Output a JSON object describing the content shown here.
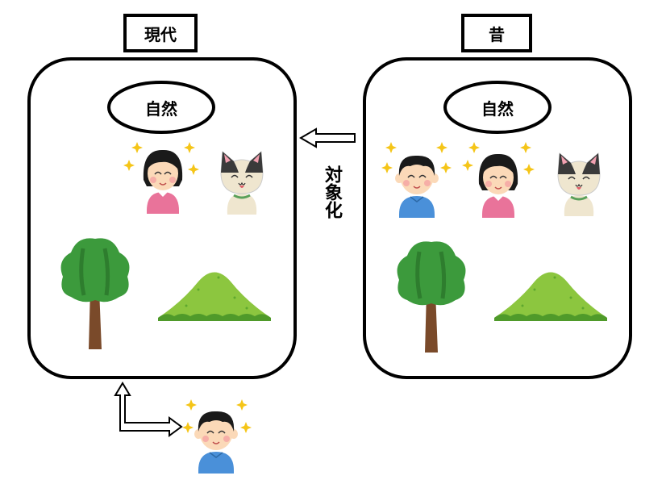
{
  "modern": {
    "title": "現代",
    "nature_label": "自然"
  },
  "past": {
    "title": "昔",
    "nature_label": "自然"
  },
  "arrow_label": "対象化",
  "colors": {
    "stroke": "#000000",
    "shirt_blue": "#4a90d9",
    "shirt_pink": "#e9739a",
    "tree": "#3c9a3c",
    "trunk": "#7a4a2a",
    "mound": "#8cc63f"
  }
}
